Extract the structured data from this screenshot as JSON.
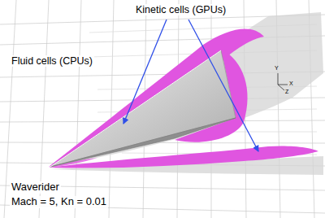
{
  "diagram": {
    "labels": [
      "Kinetic cells (GPUs)",
      "Fluid cells (CPUs)",
      "Waverider",
      "Mach = 5, Kn = 0.01",
      "Y",
      "X",
      "Z"
    ]
  }
}
